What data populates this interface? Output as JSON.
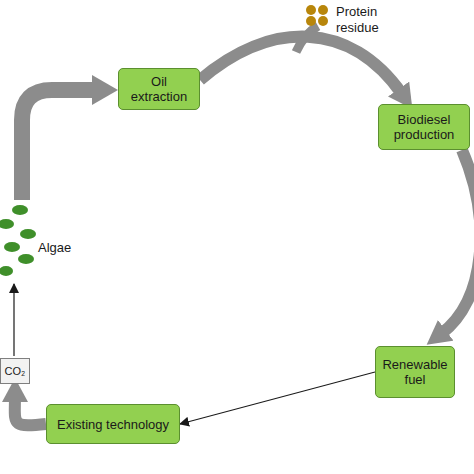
{
  "diagram": {
    "nodes": [
      {
        "text": [
          "Oil extraction"
        ]
      },
      {
        "text": [
          "Biodiesel production"
        ]
      },
      {
        "text": [
          "Renewable fuel"
        ]
      },
      {
        "text": [
          "Existing technology"
        ]
      },
      {
        "text": [
          "CO₂"
        ]
      }
    ],
    "edges": [
      {
        "from": 0,
        "to": 1,
        "arrow": "to"
      },
      {
        "from": 1,
        "to": 2,
        "arrow": "to"
      },
      {
        "from": 2,
        "to": 3,
        "arrow": "to"
      },
      {
        "from": 3,
        "to": 4,
        "arrow": "to"
      }
    ],
    "labels": [
      "Protein residue",
      "Algae"
    ]
  }
}
